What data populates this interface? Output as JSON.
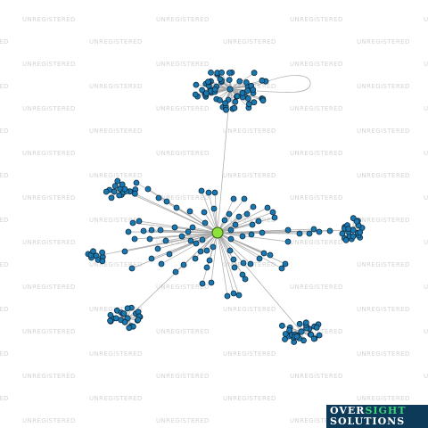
{
  "watermark": {
    "text": "UNREGISTERED"
  },
  "brand": {
    "line1_part1": "OVER",
    "line1_part2": "SIGHT",
    "line2": "SOLUTIONS",
    "colors": {
      "background": "#0e3a5a",
      "text": "#ffffff",
      "accent": "#3fd17a"
    }
  },
  "graph": {
    "node_color": "#1a78b0",
    "hub_color": "#8ee03a",
    "edge_color": "#a8a8a8"
  }
}
